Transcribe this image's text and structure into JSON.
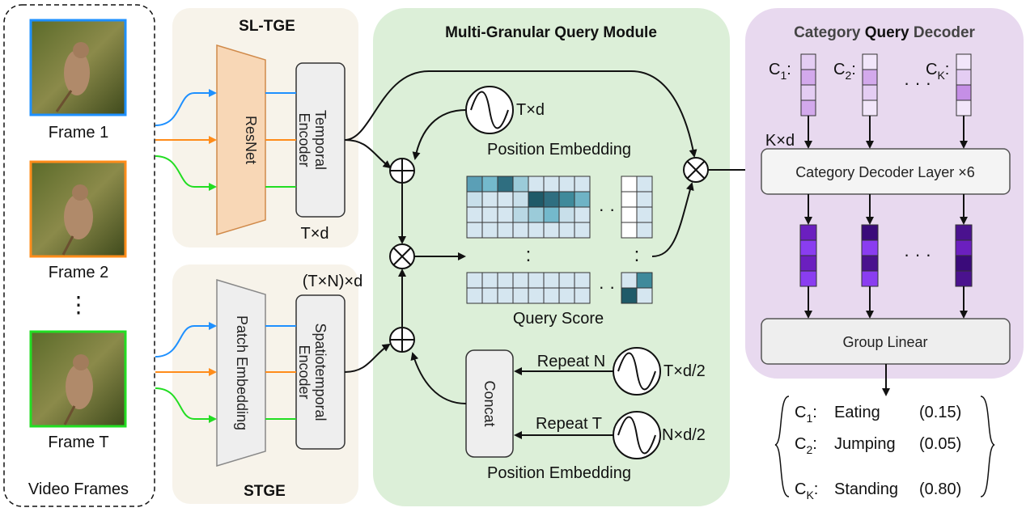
{
  "frames": {
    "items": [
      "Frame 1",
      "Frame 2",
      "Frame T"
    ],
    "ellipsis": "⋮",
    "panel_label": "Video Frames"
  },
  "sltge": {
    "title": "SL-TGE",
    "backbone": "ResNet",
    "encoder_line1": "Temporal",
    "encoder_line2": "Encoder",
    "dim": "T×d"
  },
  "stge": {
    "title": "STGE",
    "backbone": "Patch Embedding",
    "encoder_line1": "Spatiotemporal",
    "encoder_line2": "Encoder",
    "dim": "(T×N)×d"
  },
  "mgq": {
    "title": "Multi-Granular Query Module",
    "pos_dim": "T×d",
    "pos_label": "Position Embedding",
    "score_label": "Query Score",
    "concat": "Concat",
    "repeat_n": "Repeat N",
    "repeat_t": "Repeat T",
    "half_t": "T×d/2",
    "half_n": "N×d/2",
    "pos_label2": "Position Embedding",
    "dots_h": "· ·",
    "dots_v": ":"
  },
  "cqd": {
    "title_pre": "Category ",
    "title_mid": "Query",
    "title_post": " Decoder",
    "c1": "C",
    "c1_sub": "1",
    "c2": "C",
    "c2_sub": "2",
    "ck": "C",
    "ck_sub": "K",
    "colon": ":",
    "kd": "K×d",
    "decoder_layer": "Category Decoder Layer ×6",
    "group_linear": "Group Linear",
    "dots": "· · ·"
  },
  "outputs": [
    {
      "c": "C",
      "sub": "1",
      "label": "Eating",
      "score": "(0.15)"
    },
    {
      "c": "C",
      "sub": "2",
      "label": "Jumping",
      "score": "(0.05)"
    },
    {
      "c": "C",
      "sub": "K",
      "label": "Standing",
      "score": "(0.80)"
    }
  ],
  "colors": {
    "frame1": "#1e90ff",
    "frame2": "#ff8c1a",
    "frameT": "#22dd22",
    "sltge_bg": "#f7f3ea",
    "mgq_bg": "#dcefd8",
    "cqd_bg": "#e8d9ef"
  }
}
